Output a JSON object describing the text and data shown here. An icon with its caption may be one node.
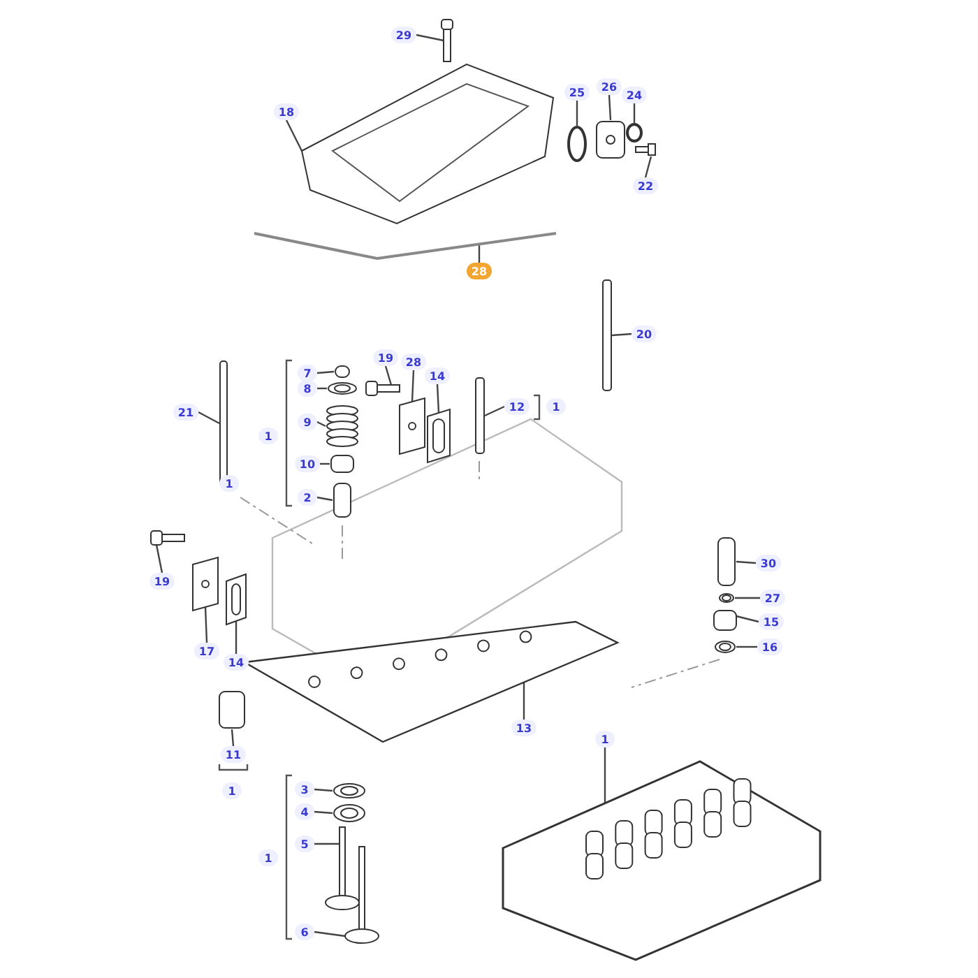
{
  "diagram": {
    "nodes": [
      {
        "text": [
          "29"
        ]
      },
      {
        "text": [],
        "shape": "picture"
      },
      {
        "text": [
          "18"
        ]
      },
      {
        "text": [],
        "shape": "picture"
      },
      {
        "text": [
          "25"
        ]
      },
      {
        "text": [],
        "shape": "circle"
      },
      {
        "text": [
          "26"
        ]
      },
      {
        "text": [],
        "shape": "picture"
      },
      {
        "text": [
          "24"
        ]
      },
      {
        "text": [],
        "shape": "circle"
      },
      {
        "text": [
          "22"
        ]
      },
      {
        "text": [],
        "shape": "picture"
      },
      {
        "text": [
          "28"
        ]
      },
      {
        "text": [],
        "shape": "picture"
      },
      {
        "text": [
          "20"
        ]
      },
      {
        "text": [],
        "shape": "bar"
      },
      {
        "text": [
          "21"
        ]
      },
      {
        "text": [],
        "shape": "bar"
      },
      {
        "text": [
          "7"
        ]
      },
      {
        "text": [],
        "shape": "box"
      },
      {
        "text": [
          "8"
        ]
      },
      {
        "text": [],
        "shape": "picture"
      },
      {
        "text": [
          "9"
        ]
      },
      {
        "text": [],
        "shape": "picture"
      },
      {
        "text": [
          "10"
        ]
      },
      {
        "text": [],
        "shape": "box"
      },
      {
        "text": [
          "2"
        ]
      },
      {
        "text": [],
        "shape": "box"
      },
      {
        "text": [
          "19"
        ]
      },
      {
        "text": [],
        "shape": "picture"
      },
      {
        "text": [
          "28"
        ]
      },
      {
        "text": [],
        "shape": "picture"
      },
      {
        "text": [
          "14"
        ]
      },
      {
        "text": [],
        "shape": "picture"
      },
      {
        "text": [
          "12"
        ]
      },
      {
        "text": [],
        "shape": "bar"
      },
      {
        "text": [
          "19"
        ]
      },
      {
        "text": [],
        "shape": "picture"
      },
      {
        "text": [
          "17"
        ]
      },
      {
        "text": [],
        "shape": "picture"
      },
      {
        "text": [
          "14"
        ]
      },
      {
        "text": [],
        "shape": "picture"
      },
      {
        "text": [
          "11"
        ]
      },
      {
        "text": [],
        "shape": "box"
      },
      {
        "text": [
          "13"
        ]
      },
      {
        "text": [],
        "shape": "picture"
      },
      {
        "text": [
          "30"
        ]
      },
      {
        "text": [],
        "shape": "box"
      },
      {
        "text": [
          "27"
        ]
      },
      {
        "text": [],
        "shape": "picture"
      },
      {
        "text": [
          "15"
        ]
      },
      {
        "text": [],
        "shape": "box"
      },
      {
        "text": [
          "16"
        ]
      },
      {
        "text": [],
        "shape": "picture"
      },
      {
        "text": [
          "3"
        ]
      },
      {
        "text": [],
        "shape": "picture"
      },
      {
        "text": [
          "4"
        ]
      },
      {
        "text": [],
        "shape": "picture"
      },
      {
        "text": [
          "5"
        ]
      },
      {
        "text": [],
        "shape": "picture"
      },
      {
        "text": [
          "6"
        ]
      },
      {
        "text": [],
        "shape": "picture"
      },
      {
        "text": [
          "1"
        ]
      },
      {
        "text": [],
        "shape": "picture"
      },
      {
        "text": [
          "1"
        ]
      },
      {
        "text": [
          "1"
        ]
      },
      {
        "text": [
          "1"
        ]
      },
      {
        "text": [
          "1"
        ]
      },
      {
        "text": [
          "1"
        ]
      }
    ],
    "edges": [
      {
        "from": 0,
        "to": 1,
        "arrow": "none"
      },
      {
        "from": 2,
        "to": 3,
        "arrow": "none"
      },
      {
        "from": 4,
        "to": 5,
        "arrow": "none"
      },
      {
        "from": 6,
        "to": 7,
        "arrow": "none"
      },
      {
        "from": 8,
        "to": 9,
        "arrow": "none"
      },
      {
        "from": 10,
        "to": 11,
        "arrow": "none"
      },
      {
        "from": 12,
        "to": 13,
        "arrow": "none"
      },
      {
        "from": 14,
        "to": 15,
        "arrow": "none"
      },
      {
        "from": 16,
        "to": 17,
        "arrow": "none"
      },
      {
        "from": 18,
        "to": 19,
        "arrow": "none"
      },
      {
        "from": 20,
        "to": 21,
        "arrow": "none"
      },
      {
        "from": 22,
        "to": 23,
        "arrow": "none"
      },
      {
        "from": 24,
        "to": 25,
        "arrow": "none"
      },
      {
        "from": 26,
        "to": 27,
        "arrow": "none"
      },
      {
        "from": 28,
        "to": 29,
        "arrow": "none"
      },
      {
        "from": 30,
        "to": 31,
        "arrow": "none"
      },
      {
        "from": 32,
        "to": 33,
        "arrow": "none"
      },
      {
        "from": 34,
        "to": 35,
        "arrow": "none"
      },
      {
        "from": 36,
        "to": 37,
        "arrow": "none"
      },
      {
        "from": 38,
        "to": 39,
        "arrow": "none"
      },
      {
        "from": 40,
        "to": 41,
        "arrow": "none"
      },
      {
        "from": 42,
        "to": 43,
        "arrow": "none"
      },
      {
        "from": 44,
        "to": 45,
        "arrow": "none"
      },
      {
        "from": 46,
        "to": 47,
        "arrow": "none"
      },
      {
        "from": 48,
        "to": 49,
        "arrow": "none"
      },
      {
        "from": 50,
        "to": 51,
        "arrow": "none"
      },
      {
        "from": 52,
        "to": 53,
        "arrow": "none"
      },
      {
        "from": 54,
        "to": 55,
        "arrow": "none"
      },
      {
        "from": 56,
        "to": 57,
        "arrow": "none"
      },
      {
        "from": 58,
        "to": 59,
        "arrow": "none"
      },
      {
        "from": 60,
        "to": 61,
        "arrow": "none"
      },
      {
        "from": 62,
        "to": 63,
        "arrow": "none"
      }
    ]
  }
}
